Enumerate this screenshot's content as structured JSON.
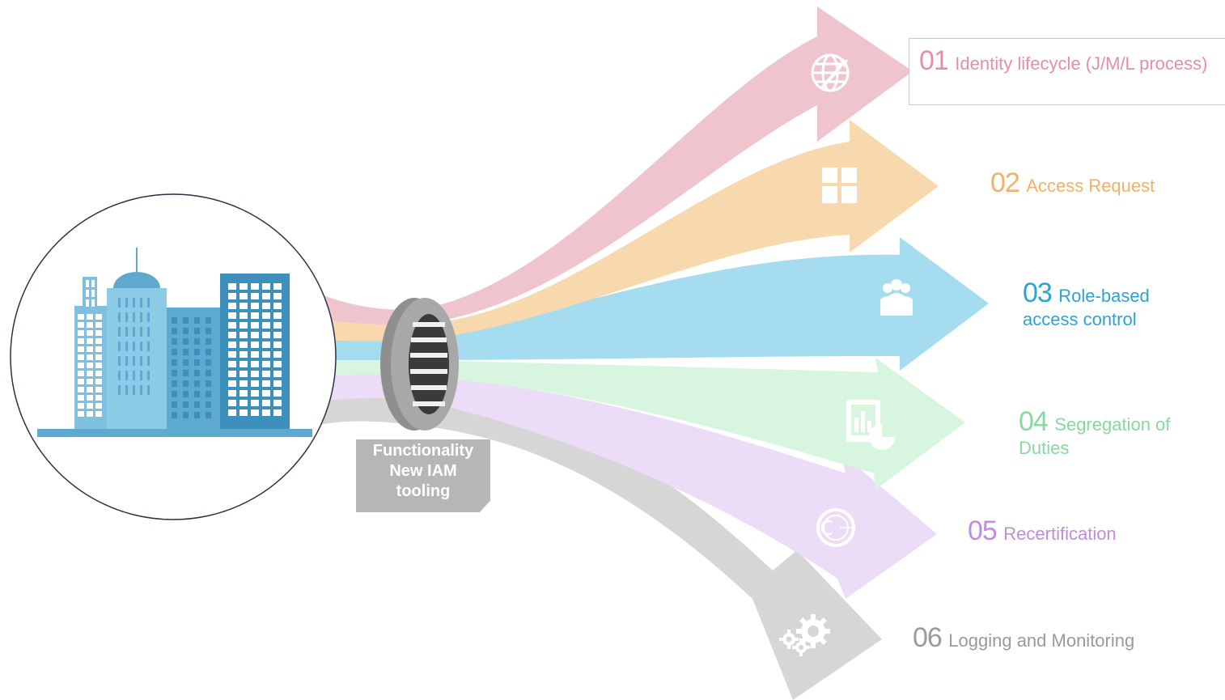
{
  "hub": {
    "lines": [
      "Functionality",
      "New IAM",
      "tooling"
    ]
  },
  "items": [
    {
      "num": "01",
      "text": "Identity lifecycle (J/M/L process)",
      "color": "#e58ea9",
      "fill": "#f0c4cf",
      "icon": "globe-arrow-icon"
    },
    {
      "num": "02",
      "text": "Access Request",
      "color": "#f0b266",
      "fill": "#f8d9ae",
      "icon": "window-grid-icon"
    },
    {
      "num": "03",
      "text": "Role-based access control",
      "color": "#2ea3d2",
      "fill": "#a6dcf0",
      "icon": "people-group-icon"
    },
    {
      "num": "04",
      "text": "Segregation of Duties",
      "color": "#86d9a0",
      "fill": "#d8f6df",
      "icon": "document-chart-icon"
    },
    {
      "num": "05",
      "text": "Recertification",
      "color": "#c08ed8",
      "fill": "#ecdcf7",
      "icon": "certificate-seal-icon"
    },
    {
      "num": "06",
      "text": "Logging and Monitoring",
      "color": "#9a9a9a",
      "fill": "#d6d6d6",
      "icon": "gears-icon"
    }
  ],
  "colors": {
    "building_blue": "#5ea9d0",
    "building_dark": "#3f8fbc",
    "ring_gray": "#a0a0a0"
  }
}
